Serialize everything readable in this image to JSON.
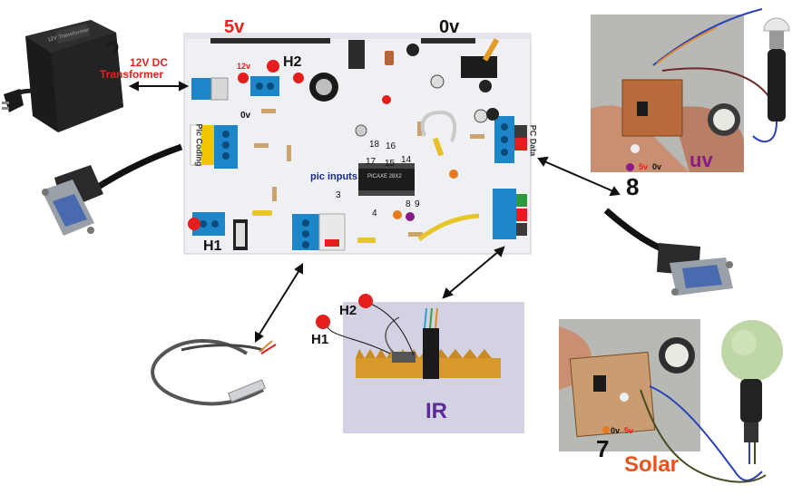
{
  "labels": {
    "v5_top": "5v",
    "v0_top": "0v",
    "transformer_line1": "12V DC",
    "transformer_line2": "Transformer",
    "h2_board": "H2",
    "h1_board": "H1",
    "v12": "12v",
    "v0_small": "0v",
    "pic_inputs": "pic inputs",
    "pin_18": "18",
    "pin_16": "16",
    "pin_17": "17",
    "pin_15": "15",
    "pin_14": "14",
    "pin_3": "3",
    "pin_4": "4",
    "pin_8": "8",
    "pin_9": "9",
    "pic_coding": "Pic Coding",
    "pc_data": "PC Data",
    "chip_text": "PICAXE 28X2",
    "uv": "uv",
    "uv_number": "8",
    "uv_5v": "5v",
    "uv_0v": "0v",
    "ir": "IR",
    "h1_ir": "H1",
    "h2_ir": "H2",
    "solar": "Solar",
    "solar_number": "7",
    "solar_0v": "0v",
    "solar_5v": "5v",
    "transformer_brand": "12V Transformer"
  },
  "colors": {
    "red_label": "#e8211b",
    "purple_label": "#8a1a8a",
    "ir_label": "#5a2a96",
    "solar_label": "#e8541b",
    "board": "#eef0f4",
    "terminal_blue": "#1d86c9"
  }
}
